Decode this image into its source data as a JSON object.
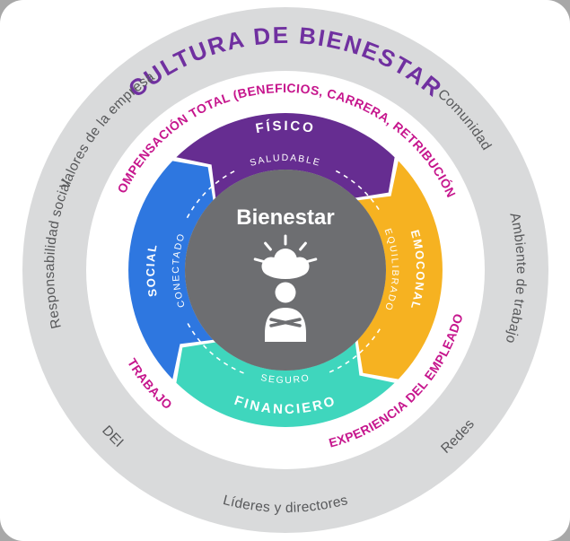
{
  "diagram": {
    "title": "CULTURA DE BIENESTAR",
    "outer_ring": {
      "valores": "Valores de la empresa",
      "comunidad": "Comunidad",
      "responsabilidad": "Responsabilidad social",
      "ambiente": "Ambiente de trabajo",
      "dei": "DEI",
      "redes": "Redes",
      "lideres": "Líderes y directores"
    },
    "middle_ring": {
      "compensacion": "COMPENSACIÓN TOTAL (BENEFICIOS, CARRERA, RETRIBUCIÓN)",
      "trabajo": "TRABAJO",
      "experiencia": "EXPERIENCIA DEL EMPLEADO"
    },
    "segments": {
      "fisico": {
        "label": "FÍSICO",
        "inner_label": "SALUDABLE",
        "color": "#662d91"
      },
      "emocional": {
        "label": "EMOCONAL",
        "inner_label": "EQUILIBRADO",
        "color": "#f6b221"
      },
      "financiero": {
        "label": "FINANCIERO",
        "inner_label": "SEGURO",
        "color": "#3fd6bd"
      },
      "social": {
        "label": "SOCIAL",
        "inner_label": "CONECTADO",
        "color": "#2e77e0"
      }
    },
    "center": {
      "title": "Bienestar",
      "icon": "person-thought-cloud-icon"
    },
    "colors": {
      "outer_ring": "#d9dadb",
      "inner_ring_bg": "#ffffff",
      "title_text": "#7030a0",
      "outer_labels": "#58595b",
      "middle_labels": "#c6168d",
      "center_circle": "#6d6e71"
    }
  }
}
